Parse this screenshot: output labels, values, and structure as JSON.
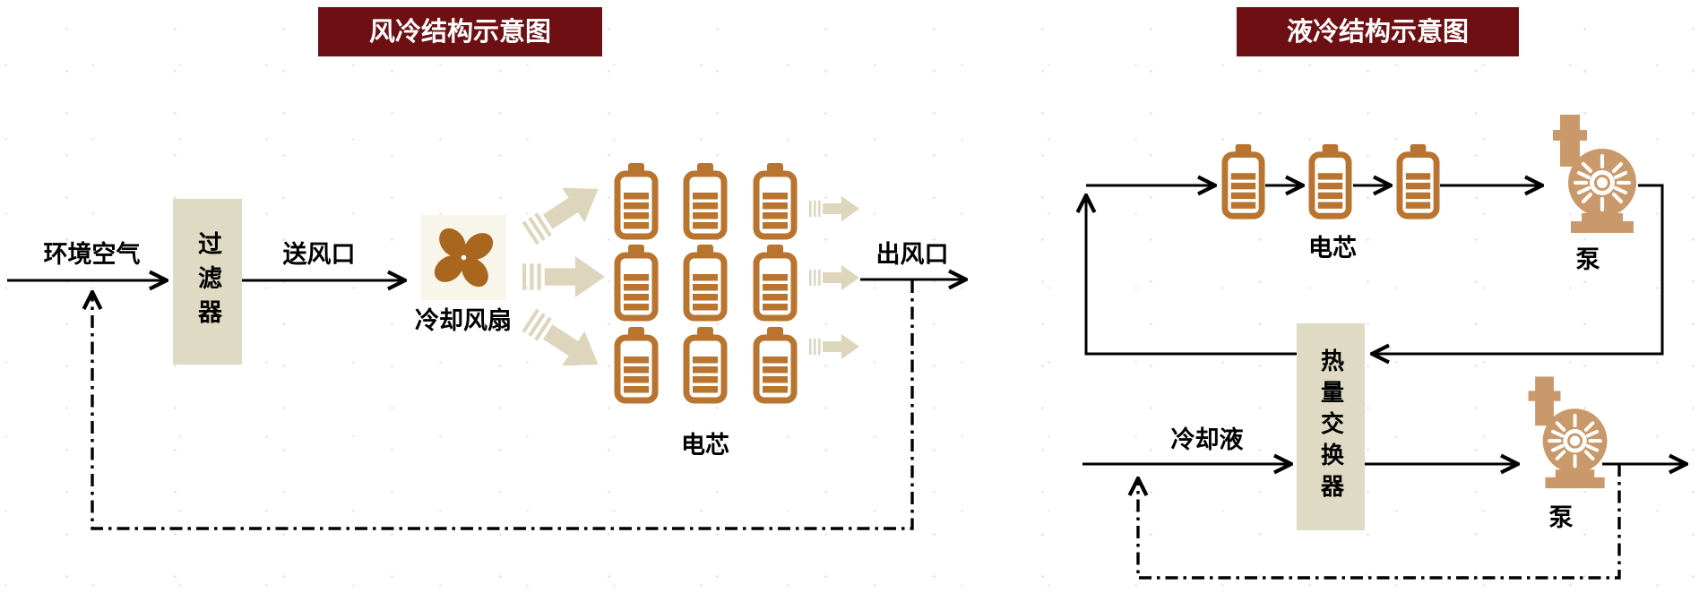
{
  "colors": {
    "title_bg": "#6e1013",
    "battery": "#b9742f",
    "fan": "#a8661f",
    "pump": "#c9996b",
    "box_bg": "#dedac3",
    "arrow_beige": "#ddd6bd",
    "fan_bg": "#f8f5ea",
    "line": "#000000"
  },
  "air_cooling": {
    "title": "风冷结构示意图",
    "ambient_air_label": "环境空气",
    "filter_label": "过滤器",
    "inlet_label": "送风口",
    "fan_label": "冷却风扇",
    "cell_label": "电芯",
    "outlet_label": "出风口"
  },
  "liquid_cooling": {
    "title": "液冷结构示意图",
    "cell_label": "电芯",
    "pump_top_label": "泵",
    "heat_exchanger_label": "热量交换器",
    "coolant_label": "冷却液",
    "pump_bottom_label": "泵"
  }
}
